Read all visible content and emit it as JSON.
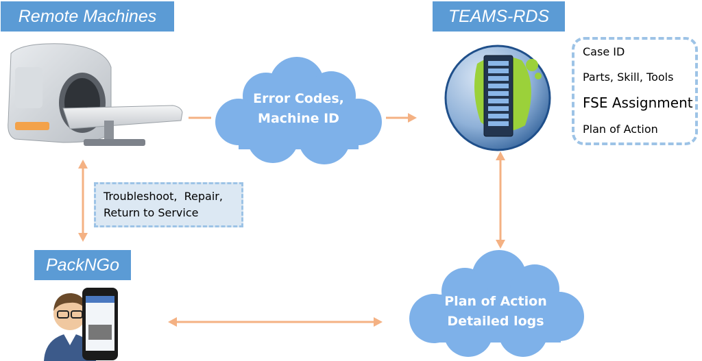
{
  "titles": {
    "remote": "Remote Machines",
    "teams": "TEAMS-RDS",
    "packngo": "PackNGo"
  },
  "clouds": {
    "errors": {
      "line1": "Error Codes,",
      "line2": "Machine ID"
    },
    "plan": {
      "line1": "Plan of Action",
      "line2": "Detailed logs"
    }
  },
  "troubleshoot": {
    "line1": "Troubleshoot,  Repair,",
    "line2": "Return to Service"
  },
  "case_info": [
    "Case ID",
    "Parts, Skill, Tools",
    "FSE Assignment",
    "Plan of Action"
  ],
  "icons": {
    "mri": "mri-scanner-icon",
    "server": "server-icon",
    "technician": "technician-phone-icon"
  },
  "colors": {
    "title_bg": "#5b9bd5",
    "cloud": "#7eb1e9",
    "arrow": "#f4b183",
    "dashed_border": "#9dc3e6",
    "box_fill": "#dce8f3"
  }
}
